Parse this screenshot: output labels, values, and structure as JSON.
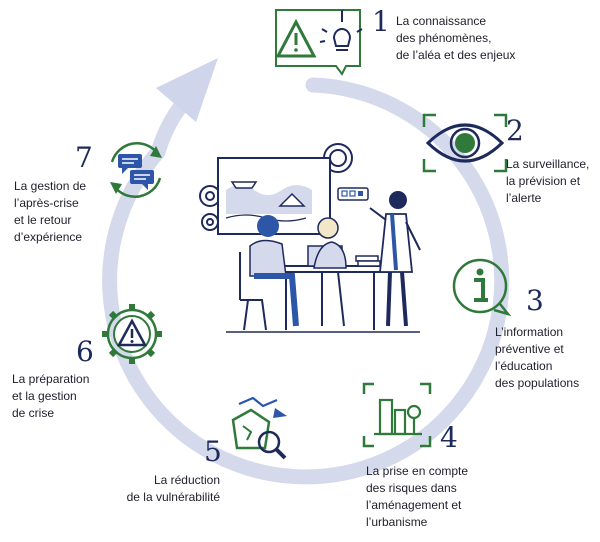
{
  "colors": {
    "ring": "#d4d9ec",
    "navy": "#1f2a5c",
    "green": "#2f7a3a",
    "blue": "#2d56a8",
    "text": "#1e1e2c"
  },
  "steps": [
    {
      "number": "1",
      "label": "La connaissance\ndes phénomènes,\nde l’aléa et des enjeux",
      "icon": "warning-lightbulb-icon"
    },
    {
      "number": "2",
      "label": "La surveillance,\nla prévision et\nl’alerte",
      "icon": "eye-icon"
    },
    {
      "number": "3",
      "label": "L’information\npréventive et\nl’éducation\ndes populations",
      "icon": "information-icon"
    },
    {
      "number": "4",
      "label": "La prise en compte\ndes risques dans\nl’aménagement et\nl’urbanisme",
      "icon": "city-planning-icon"
    },
    {
      "number": "5",
      "label": "La réduction\nde la vulnérabilité",
      "icon": "vulnerability-magnifier-icon"
    },
    {
      "number": "6",
      "label": "La préparation\net la gestion\nde crise",
      "icon": "warning-gear-icon"
    },
    {
      "number": "7",
      "label": "La gestion de\nl’après-crise\net le retour\nd’expérience",
      "icon": "chat-cycle-icon"
    }
  ],
  "center_illustration": "team-meeting-flood-illustration"
}
